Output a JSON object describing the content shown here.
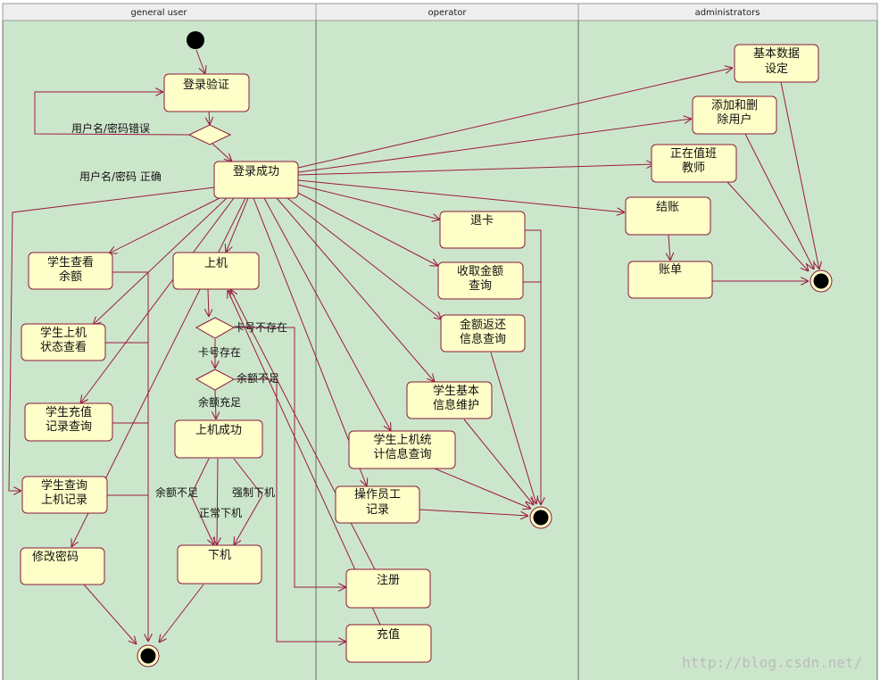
{
  "lanes": {
    "user": "general user",
    "operator": "operator",
    "admin": "administrators"
  },
  "nodes": {
    "login_verify": "登录验证",
    "login_ok": "登录成功",
    "stu_balance": [
      "学生查看",
      "余额"
    ],
    "stu_status": [
      "学生上机",
      "状态查看"
    ],
    "stu_recharge": [
      "学生充值",
      "记录查询"
    ],
    "stu_query": [
      "学生查询",
      "上机记录"
    ],
    "change_pwd": "修改密码",
    "go_online": "上机",
    "online_ok": "上机成功",
    "go_offline": "下机",
    "refund": "退卡",
    "collect": [
      "收取金额",
      "查询"
    ],
    "return_info": [
      "金额返还",
      "信息查询"
    ],
    "stu_basic": [
      "学生基本",
      "信息维护"
    ],
    "stu_online_stats": [
      "学生上机统",
      "计信息查询"
    ],
    "op_record": [
      "操作员工",
      "记录"
    ],
    "register": "注册",
    "recharge": "充值",
    "basic_data": [
      "基本数据",
      "设定"
    ],
    "add_del_user": [
      "添加和删",
      "除用户"
    ],
    "on_duty": [
      "正在值班",
      "教师"
    ],
    "checkout": "结账",
    "bill": "账单"
  },
  "labels": {
    "pwd_wrong": "用户名/密码错误",
    "pwd_right": "用户名/密码 正确",
    "card_missing": "卡号不存在",
    "card_exists": "卡号存在",
    "balance_low_1": "余额不足",
    "balance_ok": "余额充足",
    "balance_low_2": "余额不足",
    "forced_off": "强制下机",
    "normal_off": "正常下机"
  },
  "watermark": "http://blog.csdn.net/"
}
